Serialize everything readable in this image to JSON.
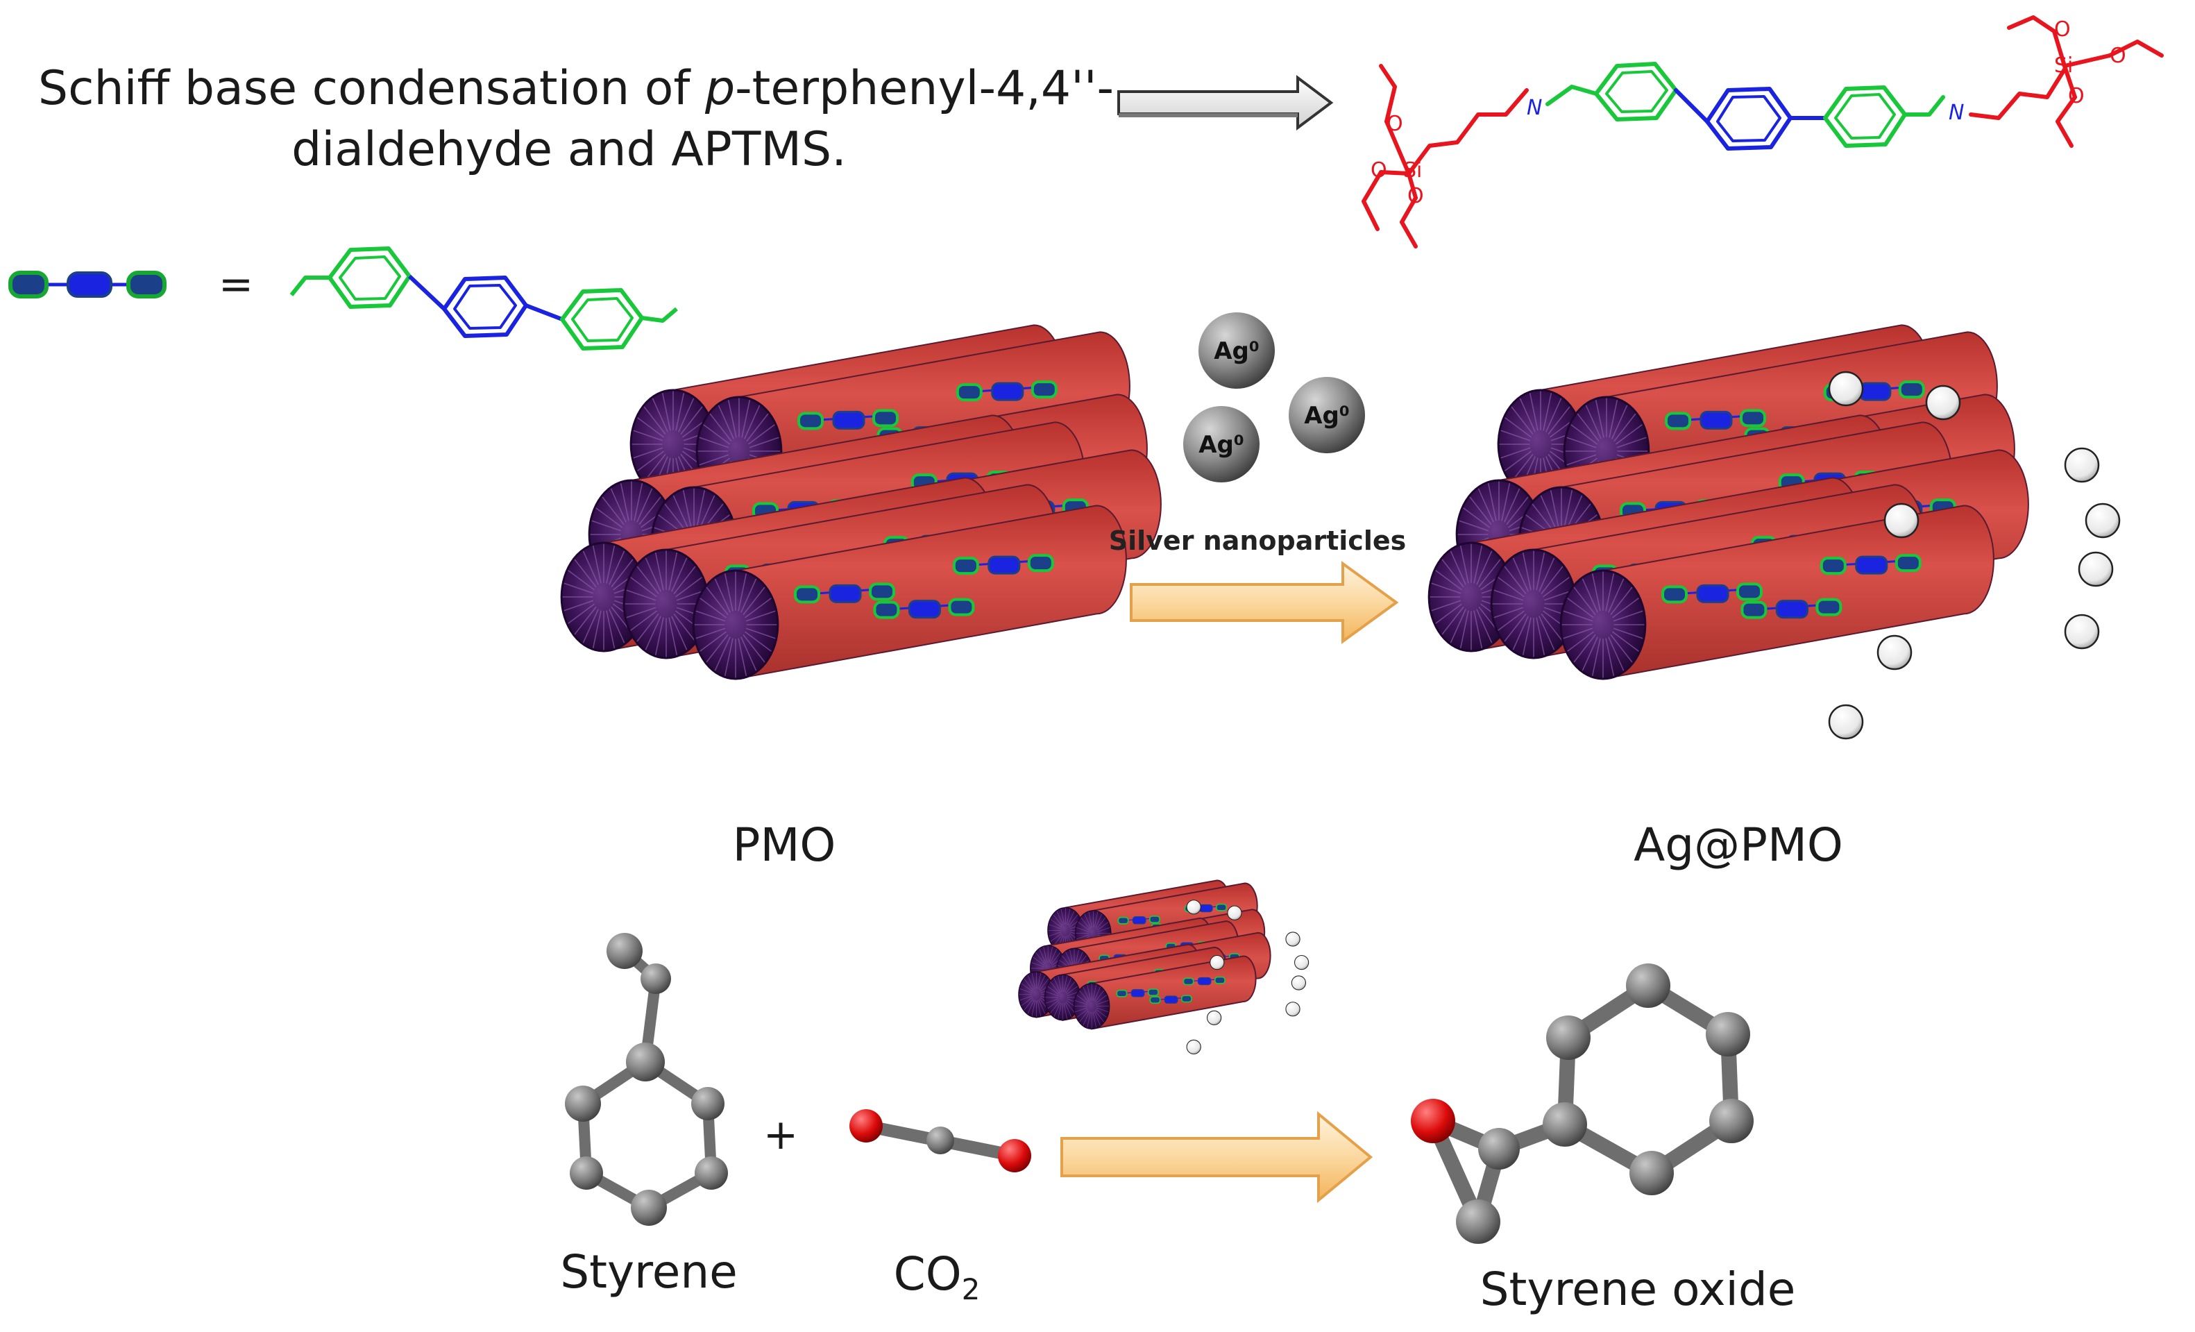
{
  "caption": {
    "line1_prefix": "Schiff base condensation of ",
    "line1_italic": "p",
    "line1_suffix": "-terphenyl-4,4''-",
    "line2": "dialdehyde and APTMS."
  },
  "molecule": {
    "imine_atom": "N",
    "silicon_atom": "Si",
    "oxygen_atom": "O"
  },
  "legend": {
    "equals": "="
  },
  "silver": {
    "particle_label": "Ag⁰",
    "arrow_label": "Silver nanoparticles"
  },
  "materials": {
    "left_label": "PMO",
    "right_label": "Ag@PMO"
  },
  "reaction": {
    "reactant1": "Styrene",
    "plus": "+",
    "reactant2_main": "CO",
    "reactant2_sub": "2",
    "product": "Styrene oxide"
  },
  "colors": {
    "pore_red": "#d24a44",
    "pore_edge": "#3a1050",
    "linker_green": "#19c83a",
    "linker_blue": "#1a24e0",
    "silane_red": "#e8141e",
    "silver_grey": "#8a8a8a",
    "oxygen_red": "#dd0b0b",
    "arrow_fill": "#fbd8a0"
  }
}
